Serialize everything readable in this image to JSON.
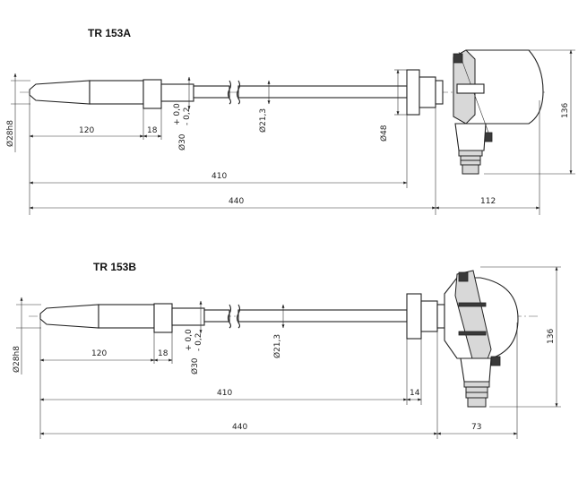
{
  "views": [
    {
      "title": "TR 153A",
      "dims": {
        "d28": "Ø28h8",
        "l120": "120",
        "l18": "18",
        "d30": "Ø30",
        "tol_plus": "+ 0,0",
        "tol_minus": "- 0,2",
        "d21": "Ø21,3",
        "d48": "Ø48",
        "l410": "410",
        "l440": "440",
        "l112": "112",
        "h136": "136"
      }
    },
    {
      "title": "TR 153B",
      "dims": {
        "d28": "Ø28h8",
        "l120": "120",
        "l18": "18",
        "d30": "Ø30",
        "tol_plus": "+ 0,0",
        "tol_minus": "- 0,2",
        "d21": "Ø21,3",
        "l410": "410",
        "l14": "14",
        "l440": "440",
        "l73": "73",
        "h136": "136"
      }
    }
  ]
}
